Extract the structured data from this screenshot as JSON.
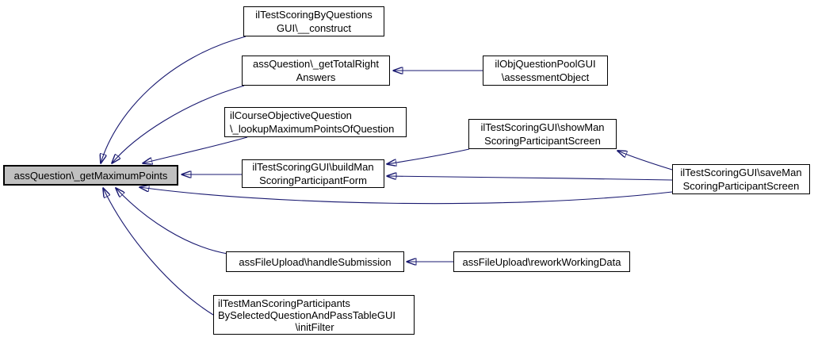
{
  "diagram": {
    "kind": "caller-graph",
    "edge_color": "#191970",
    "highlight_fill": "#c0c0c0",
    "nodes": {
      "main": {
        "lines": [
          "assQuestion\\_getMaximumPoints"
        ],
        "highlighted": true
      },
      "construct": {
        "lines": [
          "ilTestScoringByQuestions",
          "GUI\\__construct"
        ]
      },
      "get_total_right": {
        "lines": [
          "assQuestion\\_getTotalRight",
          "Answers"
        ]
      },
      "assessment_object": {
        "lines": [
          "ilObjQuestionPoolGUI",
          "\\assessmentObject"
        ]
      },
      "lookup_max": {
        "lines": [
          "ilCourseObjectiveQuestion",
          "\\_lookupMaximumPointsOfQuestion"
        ]
      },
      "build_man": {
        "lines": [
          "ilTestScoringGUI\\buildMan",
          "ScoringParticipantForm"
        ]
      },
      "show_man": {
        "lines": [
          "ilTestScoringGUI\\showMan",
          "ScoringParticipantScreen"
        ]
      },
      "save_man": {
        "lines": [
          "ilTestScoringGUI\\saveMan",
          "ScoringParticipantScreen"
        ]
      },
      "handle_submission": {
        "lines": [
          "assFileUpload\\handleSubmission"
        ]
      },
      "rework": {
        "lines": [
          "assFileUpload\\reworkWorkingData"
        ]
      },
      "init_filter": {
        "lines": [
          "ilTestManScoringParticipants",
          "BySelectedQuestionAndPassTableGUI",
          "\\initFilter"
        ]
      }
    },
    "edges": [
      {
        "from": "construct",
        "to": "main"
      },
      {
        "from": "get_total_right",
        "to": "main"
      },
      {
        "from": "assessment_object",
        "to": "get_total_right"
      },
      {
        "from": "lookup_max",
        "to": "main"
      },
      {
        "from": "build_man",
        "to": "main"
      },
      {
        "from": "show_man",
        "to": "build_man"
      },
      {
        "from": "save_man",
        "to": "build_man"
      },
      {
        "from": "save_man",
        "to": "show_man"
      },
      {
        "from": "save_man",
        "to": "main"
      },
      {
        "from": "handle_submission",
        "to": "main"
      },
      {
        "from": "init_filter",
        "to": "main"
      },
      {
        "from": "rework",
        "to": "handle_submission"
      }
    ]
  }
}
